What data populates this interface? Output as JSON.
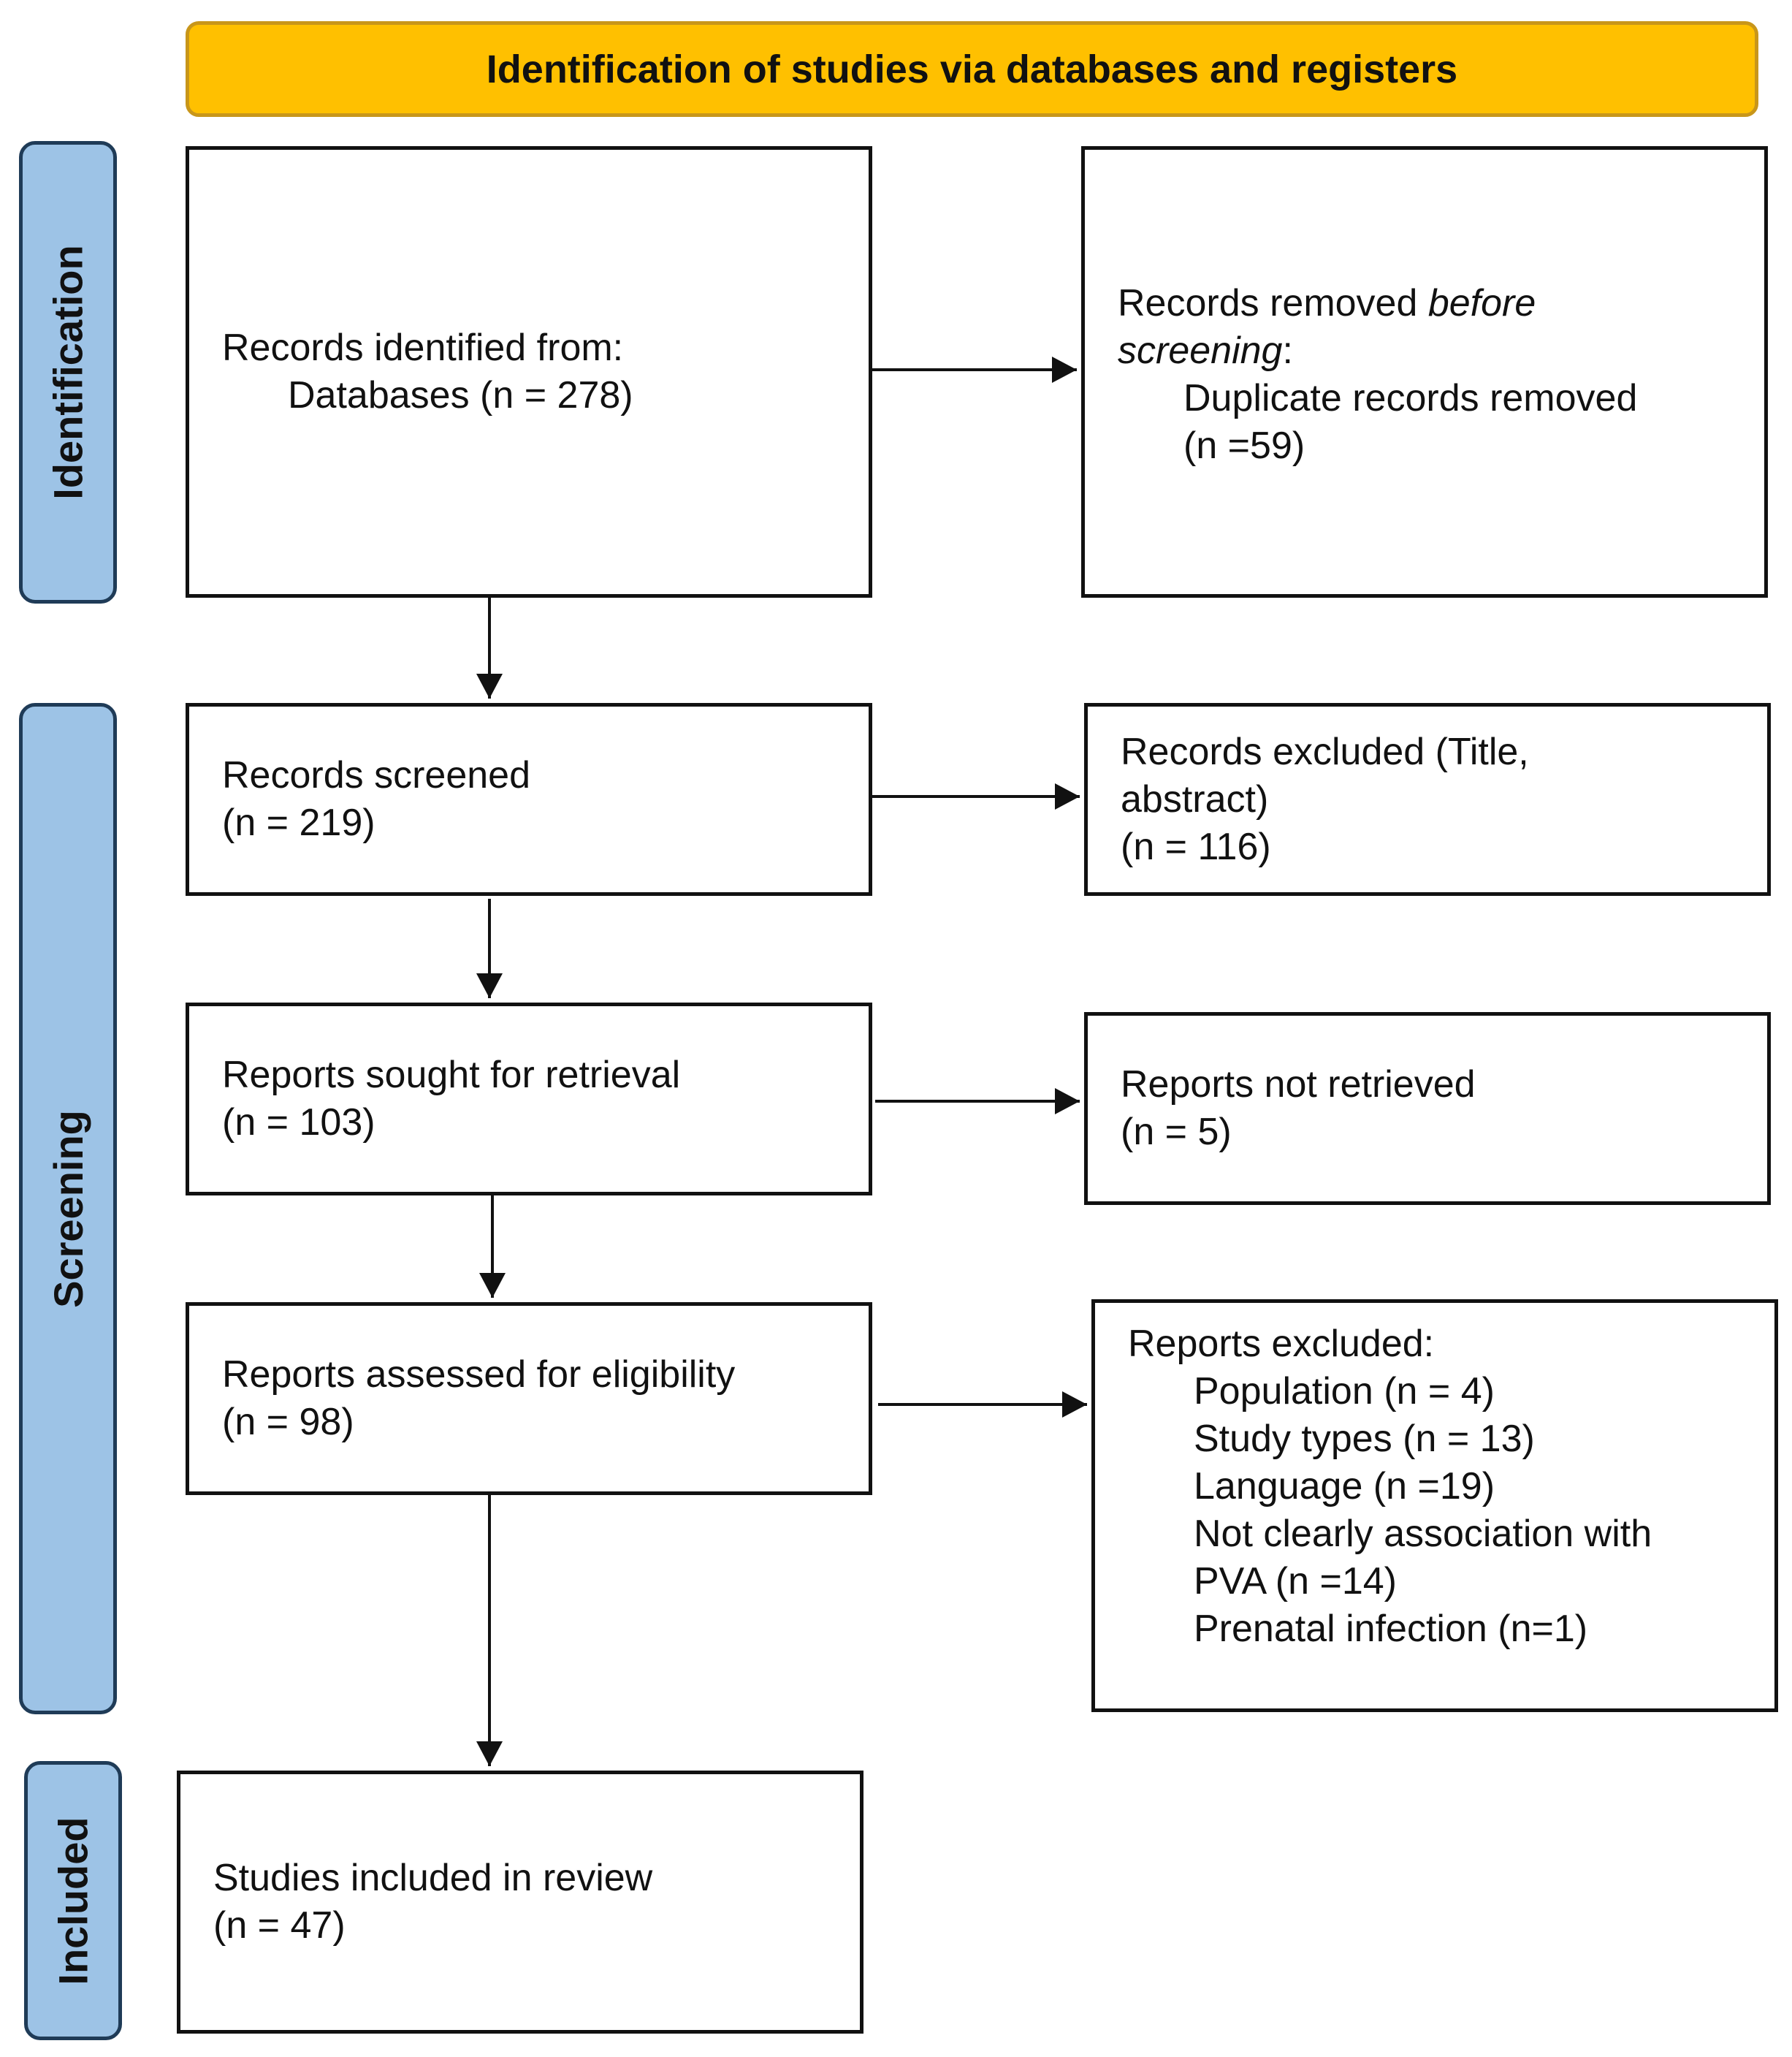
{
  "header": {
    "title": "Identification of studies via databases and registers"
  },
  "colors": {
    "header_fill": "#FFC000",
    "header_border": "#C8961A",
    "phase_fill": "#9DC3E6",
    "phase_border": "#1F3B57",
    "box_border": "#111111"
  },
  "phases": {
    "identification": "Identification",
    "screening": "Screening",
    "included": "Included"
  },
  "boxes": {
    "identified": {
      "line1": "Records identified from:",
      "line2": "Databases (n = 278)"
    },
    "removed_before_screening": {
      "line1_prefix": "Records removed ",
      "line1_italic": "before",
      "line2_italic": "screening",
      "line2_suffix": ":",
      "line3": "Duplicate records removed",
      "line4": "(n =59)"
    },
    "screened": {
      "line1": "Records screened",
      "line2": "(n = 219)"
    },
    "excluded_title_abstract": {
      "line1": "Records excluded (Title,",
      "line2": "abstract)",
      "line3": "(n = 116)"
    },
    "sought_retrieval": {
      "line1": "Reports sought for retrieval",
      "line2": "(n = 103)"
    },
    "not_retrieved": {
      "line1": "Reports not retrieved",
      "line2": "(n = 5)"
    },
    "assessed_eligibility": {
      "line1": "Reports assessed for eligibility",
      "line2": "(n = 98)"
    },
    "reports_excluded": {
      "heading": "Reports excluded:",
      "items": [
        "Population (n = 4)",
        "Study types (n = 13)",
        "Language (n =19)",
        "Not clearly association with",
        "PVA (n =14)",
        "Prenatal infection (n=1)"
      ]
    },
    "included": {
      "line1": "Studies included in review",
      "line2": "(n = 47)"
    }
  }
}
